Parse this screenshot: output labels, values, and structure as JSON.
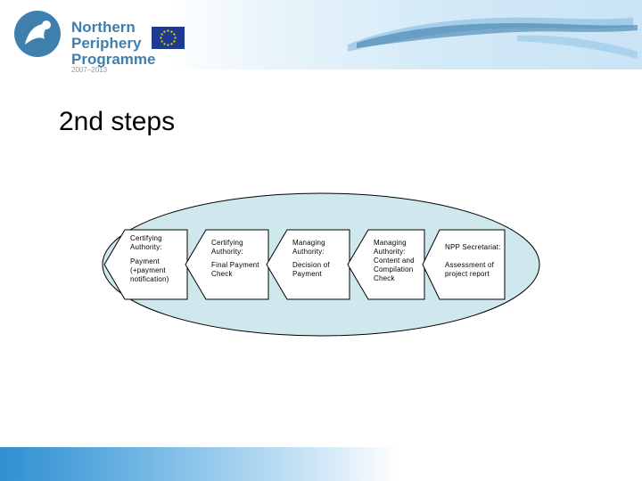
{
  "header": {
    "logo_line1": "Northern",
    "logo_line2": "Periphery",
    "logo_line3": "Programme",
    "logo_years": "2007–2013"
  },
  "slide": {
    "title": "2nd steps"
  },
  "steps": [
    {
      "authority": "Certifying Authority:",
      "action": "Payment (+payment notification)"
    },
    {
      "authority": "Certifying Authority:",
      "action": "Final Payment Check"
    },
    {
      "authority": "Managing Authority:",
      "action": "Decision of Payment"
    },
    {
      "authority": "Managing Authority: Content and Compilation Check",
      "action": ""
    },
    {
      "authority": "NPP Secretariat:",
      "action": "Assessment of project report"
    }
  ],
  "colors": {
    "ellipse_fill": "#cfe8ee",
    "logo_blue": "#3f7fae",
    "eu_blue": "#1f3b8f",
    "eu_star": "#f5d20a"
  }
}
